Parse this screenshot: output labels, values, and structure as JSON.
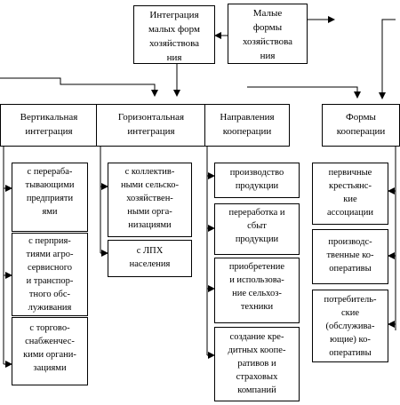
{
  "top": {
    "integration": "Интеграция\nмалых форм\nхозяйствова\nния",
    "small_forms": "Малые\nформы\nхозяйствова\nния"
  },
  "headers": {
    "vertical": "Вертикальная\nинтеграция",
    "horizontal": "Горизонтальная\nинтеграция",
    "directions": "Направления\nкооперации",
    "forms": "Формы\nкооперации"
  },
  "vertical_items": [
    "с перераба-\nтывающими\nпредприяти\nями",
    "с перприя-\nтиями агро-\nсервисного\nи транспор-\nтного обс-\nлуживания",
    "с торгово-\nснабженчес-\nкими органи-\nзациями"
  ],
  "horizontal_items": [
    "с коллектив-\nными сельско-\nхозяйствен-\nными орга-\nнизациями",
    "с ЛПХ\nнаселения"
  ],
  "direction_items": [
    "производство\nпродукции",
    "переработка и\nсбыт\nпродукции",
    "приобретение\nи использова-\nние сельхоз-\nтехники",
    "создание кре-\nдитных коопе-\nративов и\nстраховых\nкомпаний"
  ],
  "form_items": [
    "первичные\nкрестьянс-\nкие\nассоциации",
    "производс-\nтвенные ко-\nоперативы",
    "потребитель-\nские\n(обслужива-\nющие) ко-\nоперативы"
  ]
}
